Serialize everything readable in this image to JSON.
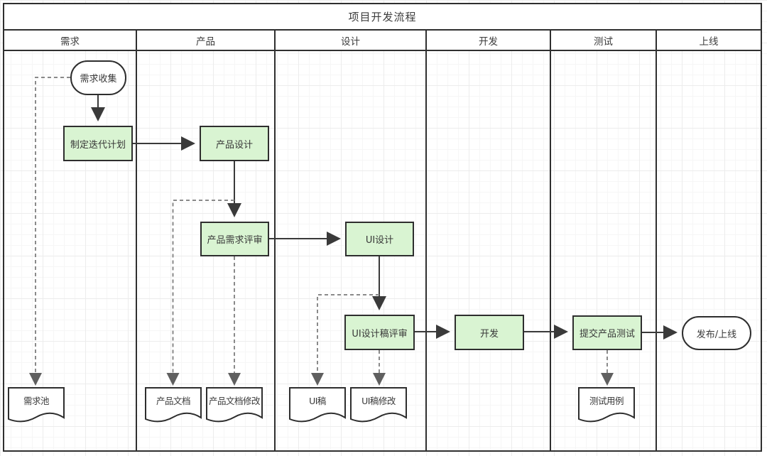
{
  "title": "项目开发流程",
  "lanes": [
    "需求",
    "产品",
    "设计",
    "开发",
    "测试",
    "上线"
  ],
  "nodes": {
    "collect": {
      "label": "需求收集",
      "type": "start"
    },
    "plan": {
      "label": "制定迭代计划",
      "type": "process"
    },
    "pdesign": {
      "label": "产品设计",
      "type": "process"
    },
    "preview": {
      "label": "产品需求评审",
      "type": "process"
    },
    "uidesign": {
      "label": "UI设计",
      "type": "process"
    },
    "uireview": {
      "label": "UI设计稿评审",
      "type": "process"
    },
    "dev": {
      "label": "开发",
      "type": "process"
    },
    "test": {
      "label": "提交产品测试",
      "type": "process"
    },
    "release": {
      "label": "发布/上线",
      "type": "terminal"
    }
  },
  "documents": {
    "pool": {
      "label": "需求池"
    },
    "pdoc": {
      "label": "产品文档"
    },
    "pdocEdit": {
      "label": "产品文档修改"
    },
    "uidoc": {
      "label": "UI稿"
    },
    "uidocEdit": {
      "label": "UI稿修改"
    },
    "testcase": {
      "label": "测试用例"
    }
  },
  "edges": {
    "solid": [
      {
        "from": "需求收集",
        "to": "制定迭代计划"
      },
      {
        "from": "制定迭代计划",
        "to": "产品设计"
      },
      {
        "from": "产品设计",
        "to": "产品需求评审"
      },
      {
        "from": "产品需求评审",
        "to": "UI设计"
      },
      {
        "from": "UI设计",
        "to": "UI设计稿评审"
      },
      {
        "from": "UI设计稿评审",
        "to": "开发"
      },
      {
        "from": "开发",
        "to": "提交产品测试"
      },
      {
        "from": "提交产品测试",
        "to": "发布/上线"
      }
    ],
    "dashed": [
      {
        "from": "需求收集",
        "to": "需求池"
      },
      {
        "from": "产品设计",
        "to": "产品文档"
      },
      {
        "from": "产品需求评审",
        "to": "产品文档修改"
      },
      {
        "from": "UI设计",
        "to": "UI稿"
      },
      {
        "from": "UI设计稿评审",
        "to": "UI稿修改"
      },
      {
        "from": "提交产品测试",
        "to": "测试用例"
      }
    ]
  },
  "colors": {
    "process_fill": "#d9f4d2",
    "shape_border": "#2e2e2e",
    "frame_border": "#2f2f2f",
    "solid_edge": "#3a3a3a",
    "dashed_edge": "#8a8a8a",
    "text": "#3c3c3c",
    "grid_major": "#ececec",
    "grid_minor": "#f6f6f6"
  }
}
